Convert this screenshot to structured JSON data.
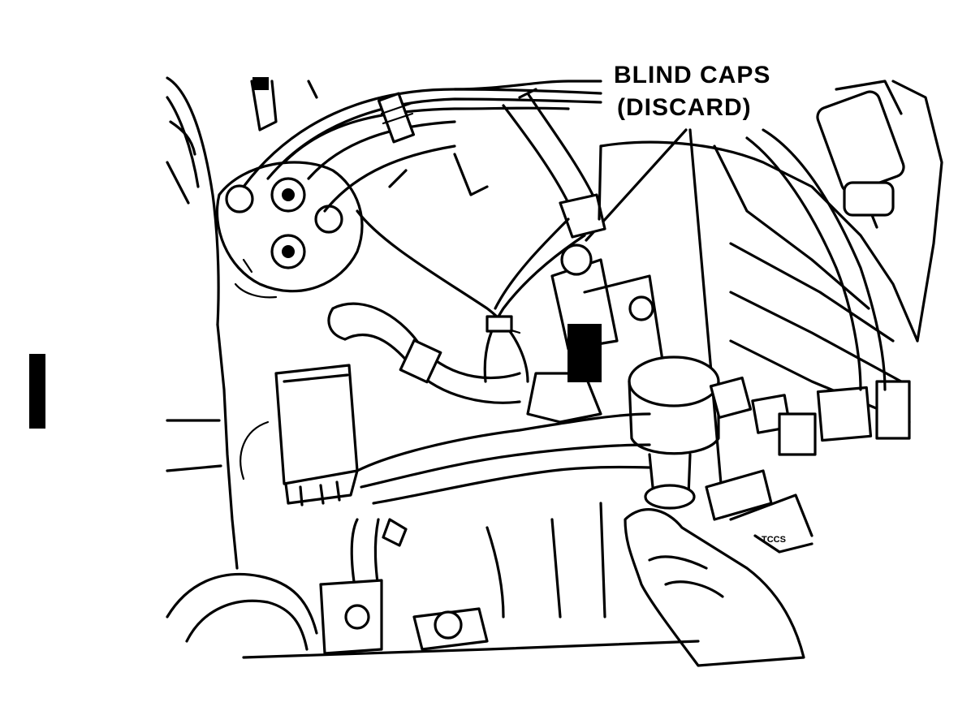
{
  "figure": {
    "callouts": [
      {
        "id": "blind-caps",
        "line1": "BLIND CAPS",
        "line2": "(DISCARD)"
      }
    ],
    "side_mark": "I",
    "stamp": "TCCS"
  }
}
